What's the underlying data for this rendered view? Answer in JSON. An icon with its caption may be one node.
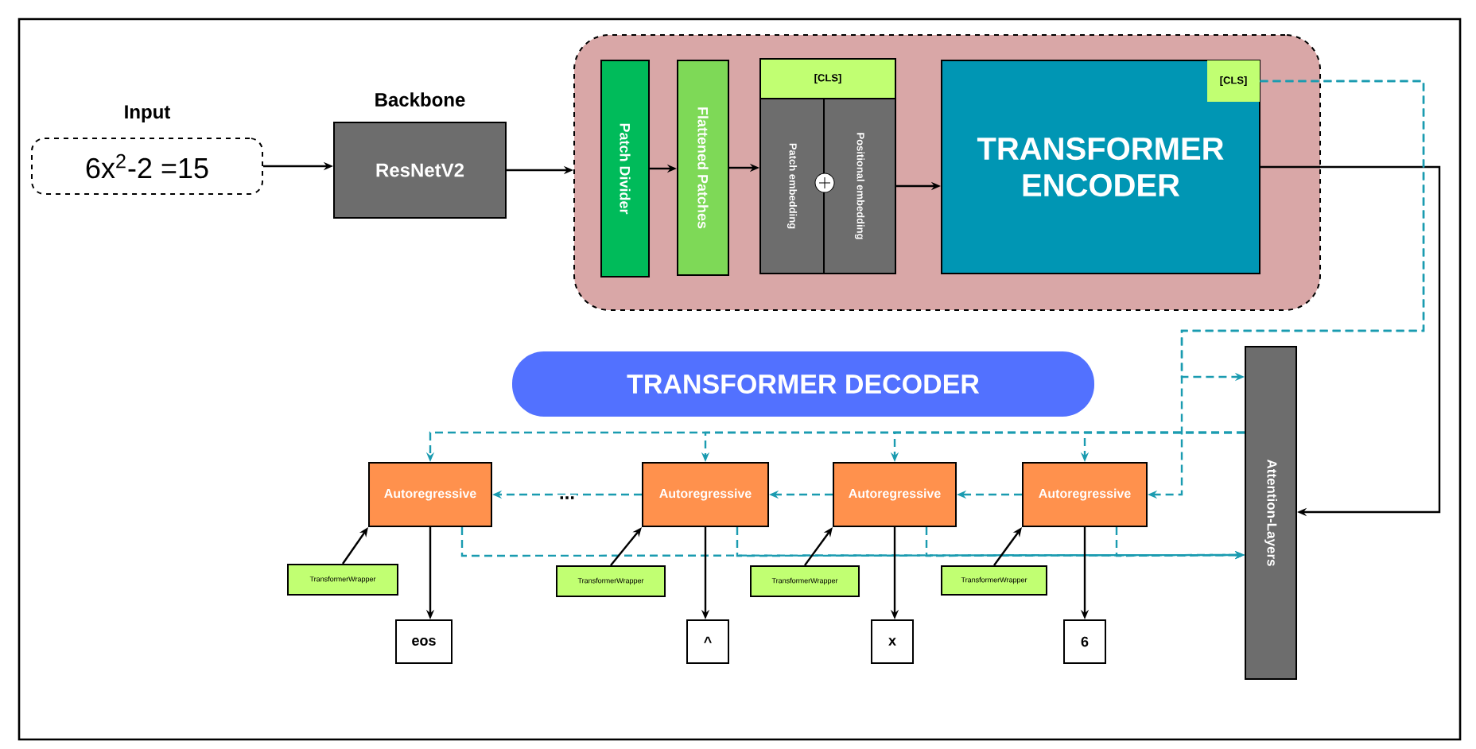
{
  "diagram": {
    "nodes": [
      {
        "text": [
          "Input",
          "6x$^{2}$-2 =15"
        ]
      },
      {
        "text": [
          "Backbone",
          "ResNetV2"
        ]
      },
      {
        "text": [],
        "shape": "box"
      },
      {
        "text": [
          "Patch Divider"
        ],
        "in": 2
      },
      {
        "text": [
          "Flattened Patches"
        ],
        "in": 2
      },
      {
        "text": [
          "[CLS]"
        ],
        "in": 2
      },
      {
        "text": [
          "Patch embedding"
        ],
        "in": 2
      },
      {
        "text": [
          "Positional embedding"
        ],
        "in": 2
      },
      {
        "text": [
          "TRANSFORMER ENCODER"
        ],
        "in": 2
      },
      {
        "text": [
          "[CLS]"
        ],
        "in": 8
      },
      {
        "text": [
          "TRANSFORMER DECODER"
        ]
      },
      {
        "text": [
          "Attention-Layers"
        ]
      },
      {
        "text": [
          "Autoregressive"
        ]
      },
      {
        "text": [
          "Autoregressive"
        ]
      },
      {
        "text": [
          "Autoregressive"
        ]
      },
      {
        "text": [
          "Autoregressive"
        ]
      },
      {
        "text": [
          "TransformerWrapper"
        ]
      },
      {
        "text": [
          "TransformerWrapper"
        ]
      },
      {
        "text": [
          "TransformerWrapper"
        ]
      },
      {
        "text": [
          "TransformerWrapper"
        ]
      },
      {
        "text": [
          "eos"
        ]
      },
      {
        "text": [
          "^"
        ]
      },
      {
        "text": [
          "x"
        ]
      },
      {
        "text": [
          "6"
        ]
      }
    ],
    "edges": [
      {
        "from": 0,
        "to": 1,
        "arrow": "to"
      },
      {
        "from": 1,
        "to": 2,
        "arrow": "to"
      },
      {
        "from": 3,
        "to": 4,
        "arrow": "to"
      },
      {
        "from": 4,
        "to": 6,
        "arrow": "to"
      },
      {
        "from": 7,
        "to": 8,
        "arrow": "to"
      },
      {
        "from": 8,
        "to": 11,
        "arrow": "to"
      },
      {
        "from": 9,
        "to": 11,
        "arrow": "to",
        "style": "dashed",
        "color": "#1a9bb0"
      },
      {
        "from": 9,
        "to": 15,
        "arrow": "to",
        "style": "dashed",
        "color": "#1a9bb0"
      },
      {
        "from": 11,
        "to": 12,
        "arrow": "to",
        "style": "dashed",
        "color": "#1a9bb0"
      },
      {
        "from": 11,
        "to": 13,
        "arrow": "to",
        "style": "dashed",
        "color": "#1a9bb0"
      },
      {
        "from": 11,
        "to": 14,
        "arrow": "to",
        "style": "dashed",
        "color": "#1a9bb0"
      },
      {
        "from": 11,
        "to": 15,
        "arrow": "to",
        "style": "dashed",
        "color": "#1a9bb0"
      },
      {
        "from": 15,
        "to": 14,
        "arrow": "to",
        "style": "dashed",
        "color": "#1a9bb0"
      },
      {
        "from": 14,
        "to": 13,
        "arrow": "to",
        "style": "dashed",
        "color": "#1a9bb0"
      },
      {
        "from": 13,
        "to": 12,
        "arrow": "to",
        "label": "...",
        "style": "dashed",
        "color": "#1a9bb0"
      },
      {
        "from": 12,
        "to": 11,
        "arrow": "to",
        "style": "dashed",
        "color": "#1a9bb0"
      },
      {
        "from": 13,
        "to": 11,
        "arrow": "to",
        "style": "dashed",
        "color": "#1a9bb0"
      },
      {
        "from": 14,
        "to": 11,
        "arrow": "to",
        "style": "dashed",
        "color": "#1a9bb0"
      },
      {
        "from": 15,
        "to": 11,
        "arrow": "to",
        "style": "dashed",
        "color": "#1a9bb0"
      },
      {
        "from": 16,
        "to": 12,
        "arrow": "to"
      },
      {
        "from": 17,
        "to": 13,
        "arrow": "to"
      },
      {
        "from": 18,
        "to": 14,
        "arrow": "to"
      },
      {
        "from": 19,
        "to": 15,
        "arrow": "to"
      },
      {
        "from": 12,
        "to": 20,
        "arrow": "to"
      },
      {
        "from": 13,
        "to": 21,
        "arrow": "to"
      },
      {
        "from": 14,
        "to": 22,
        "arrow": "to"
      },
      {
        "from": 15,
        "to": 23,
        "arrow": "to"
      }
    ]
  }
}
